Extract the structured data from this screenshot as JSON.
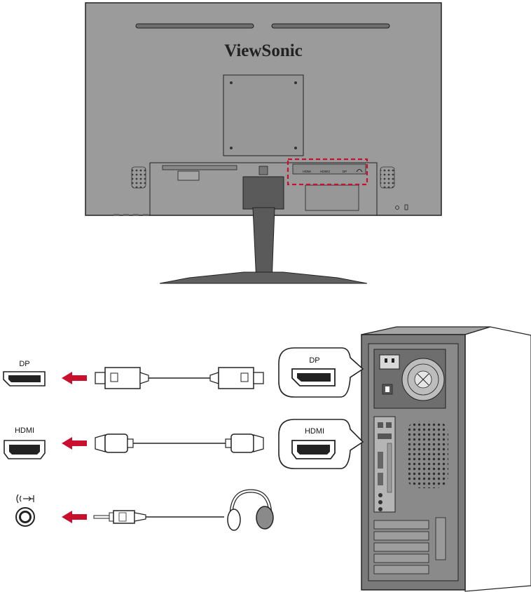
{
  "monitor": {
    "brand": "ViewSonic",
    "port_labels": [
      "HDMI",
      "HDMI2",
      "DP"
    ]
  },
  "connections": [
    {
      "label": "DP",
      "icon": "displayport-icon",
      "callout_label": "DP"
    },
    {
      "label": "HDMI",
      "icon": "hdmi-icon",
      "callout_label": "HDMI"
    },
    {
      "label": "",
      "icon": "audio-out-icon"
    }
  ],
  "colors": {
    "monitor_body": "#9b9b9b",
    "stand": "#5a5a5a",
    "arrow": "#c8102e",
    "highlight": "#c8102e",
    "pc_tower": "#7a7a7a"
  }
}
